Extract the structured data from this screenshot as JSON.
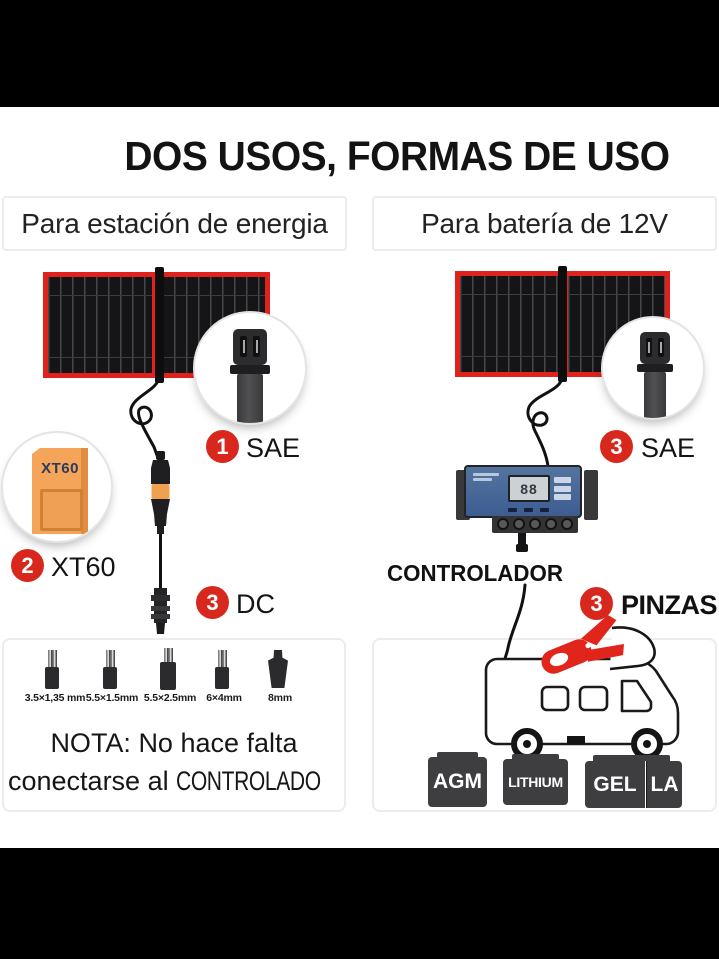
{
  "title": "DOS USOS, FORMAS DE USO",
  "left": {
    "header": "Para estación de energia",
    "sae": {
      "num": "1",
      "label": "SAE"
    },
    "xt60": {
      "num": "2",
      "label": "XT60"
    },
    "dc": {
      "num": "3",
      "label": "DC"
    },
    "xt60_connector_text": "XT60",
    "adapters": [
      "3.5×1,35 mm",
      "5.5×1.5mm",
      "5.5×2.5mm",
      "6×4mm",
      "8mm"
    ],
    "note": {
      "line1": "NOTA: No hace falta",
      "line2_prefix": "conectarse al",
      "line2_caps": "CONTROLADO"
    }
  },
  "right": {
    "header": "Para batería de 12V",
    "sae": {
      "num": "3",
      "label": "SAE"
    },
    "pinzas": {
      "num": "3",
      "label": "PINZAS"
    },
    "controller_label": "CONTROLADOR",
    "controller_display": "88",
    "batteries": {
      "agm": "AGM",
      "lithium": "LITHIUM",
      "gel": "GEL",
      "la": "LA"
    }
  },
  "colors": {
    "accent_red": "#d8281d",
    "panel_frame_red": "#df231c",
    "xt60_orange": "#f4a55a",
    "controller_blue": "#4a6aa0",
    "battery_dark": "#3e3e40",
    "clamp_red": "#e1251b",
    "letterbox_black": "#000000"
  }
}
